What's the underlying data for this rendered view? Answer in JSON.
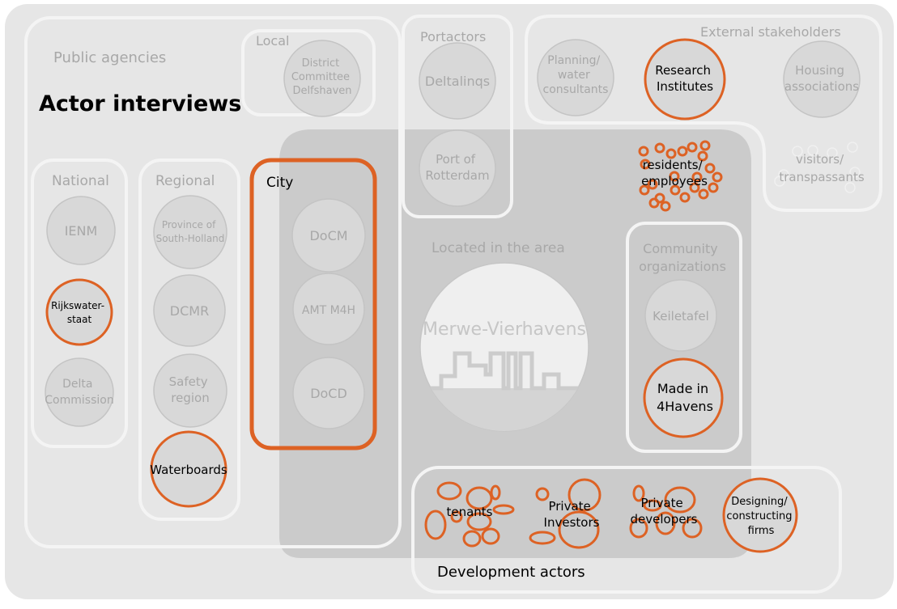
{
  "title": "Actor interviews",
  "groups": {
    "public_agencies": "Public agencies",
    "local": "Local",
    "portactors": "Portactors",
    "external": "External stakeholders",
    "national": "National",
    "regional": "Regional",
    "city": "City",
    "located": "Located in the area",
    "community": [
      "Community",
      "organizations"
    ],
    "development": "Development actors"
  },
  "nodes": {
    "district": [
      "District",
      "Committee",
      "Delfshaven"
    ],
    "deltalinqs": [
      "Deltalinqs"
    ],
    "port": [
      "Port of",
      "Rotterdam"
    ],
    "planning": [
      "Planning/",
      "water",
      "consultants"
    ],
    "research": [
      "Research",
      "Institutes"
    ],
    "housing": [
      "Housing",
      "associations"
    ],
    "visitors": [
      "visitors/",
      "transpassants"
    ],
    "residents": [
      "residents/",
      "employees"
    ],
    "ienm": [
      "IENM"
    ],
    "rijkswaterstaat": [
      "Rijkswater-",
      "staat"
    ],
    "delta": [
      "Delta",
      "Commission"
    ],
    "province": [
      "Province of",
      "South-Holland"
    ],
    "dcmr": [
      "DCMR"
    ],
    "safety": [
      "Safety",
      "region"
    ],
    "waterboards": [
      "Waterboards"
    ],
    "docm": [
      "DoCM"
    ],
    "amt": [
      "AMT M4H"
    ],
    "docd": [
      "DoCD"
    ],
    "merwe": [
      "Merwe-Vierhavens"
    ],
    "keiletafel": [
      "Keiletafel"
    ],
    "made": [
      "Made in",
      "4Havens"
    ],
    "tenants": [
      "tenants"
    ],
    "investors": [
      "Private",
      "Investors"
    ],
    "developers": [
      "Private",
      "developers"
    ],
    "designing": [
      "Designing/",
      "constructing",
      "firms"
    ]
  },
  "colors": {
    "background": "#e6e6e6",
    "area": "#cbcbcb",
    "highlight": "#dd6224",
    "muted_text": "#a8a8a8"
  }
}
